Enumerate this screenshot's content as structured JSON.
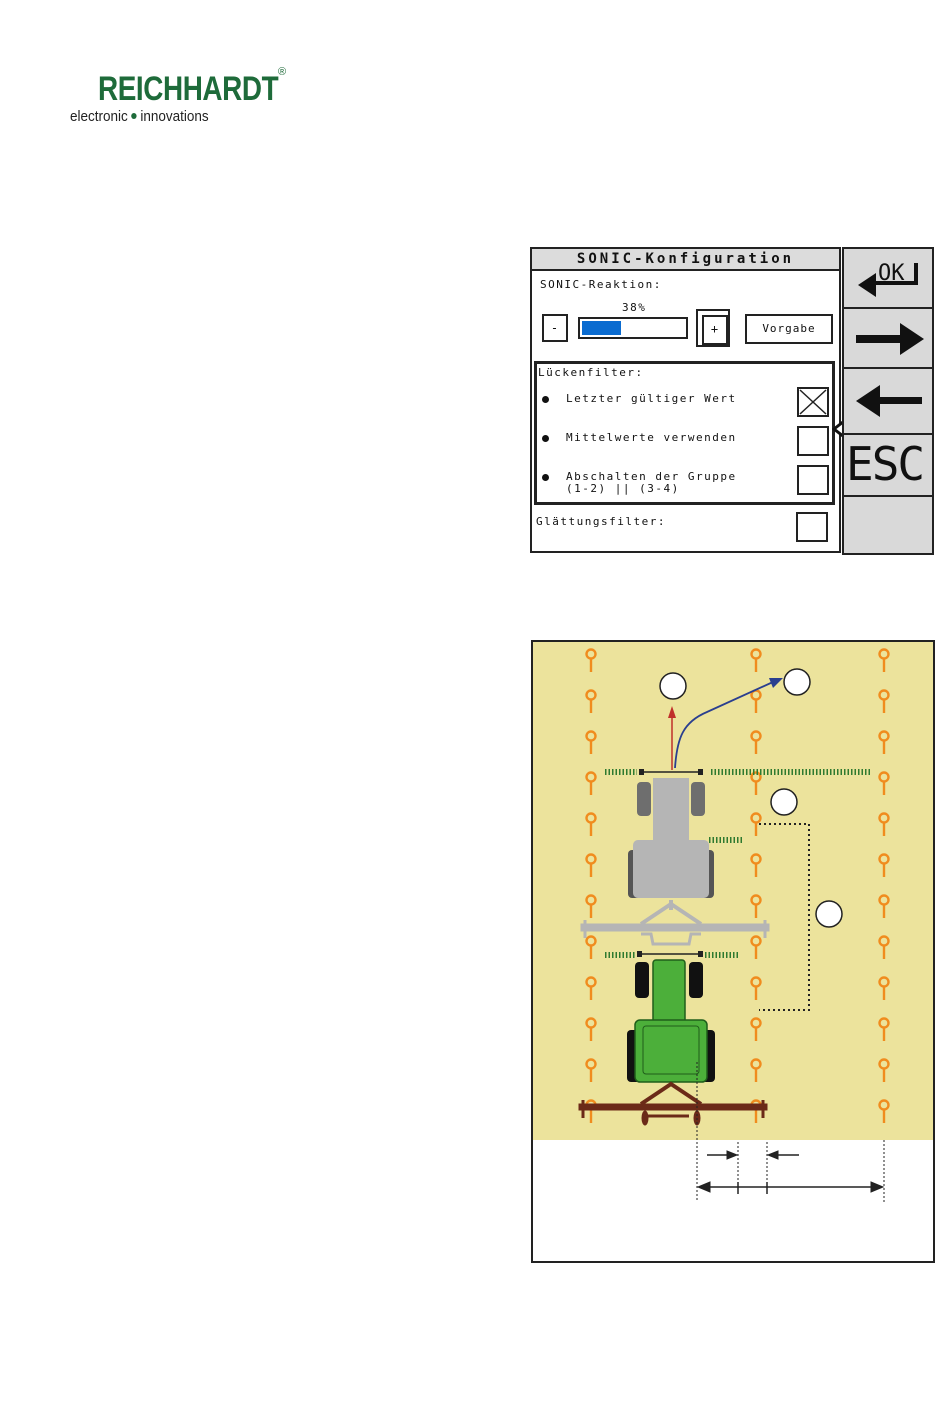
{
  "logo": {
    "brand": "REICHHARDT",
    "registered": "®",
    "tagline_left": "electronic",
    "tagline_right": "innovations"
  },
  "terminal": {
    "title": "SONIC-Konfiguration",
    "reaction": {
      "label": "SONIC-Reaktion:",
      "percent_text": "38%",
      "percent_value": 0.38,
      "minus_label": "-",
      "plus_label": "+",
      "default_label": "Vorgabe",
      "bar_color": "#0a6bd0"
    },
    "gap_filter": {
      "label": "Lückenfilter:",
      "options": [
        {
          "label": "Letzter gültiger Wert",
          "checked": true
        },
        {
          "label": "Mittelwerte verwenden",
          "checked": false
        },
        {
          "label_line1": "Abschalten der Gruppe",
          "label_line2": "(1-2) || (3-4)",
          "checked": false
        }
      ]
    },
    "smoothing_filter": {
      "label": "Glättungsfilter:",
      "checked": false
    },
    "side_buttons": [
      {
        "label": "OK",
        "icon": "ok-return-icon"
      },
      {
        "label": "",
        "icon": "arrow-right-icon"
      },
      {
        "label": "",
        "icon": "arrow-left-icon"
      },
      {
        "label": "ESC",
        "icon": "esc-icon"
      }
    ]
  },
  "diagram": {
    "colors": {
      "field": "#ece39c",
      "plant": "#f08c1e",
      "tractor_front": "#b5b5b5",
      "tractor_rear": "#4caf3a",
      "implement_rear": "#6b2a18",
      "path_red": "#c0302a",
      "path_blue": "#2a3f8f",
      "sensor_dash": "#2f7a2f"
    },
    "callout_count": 4
  }
}
